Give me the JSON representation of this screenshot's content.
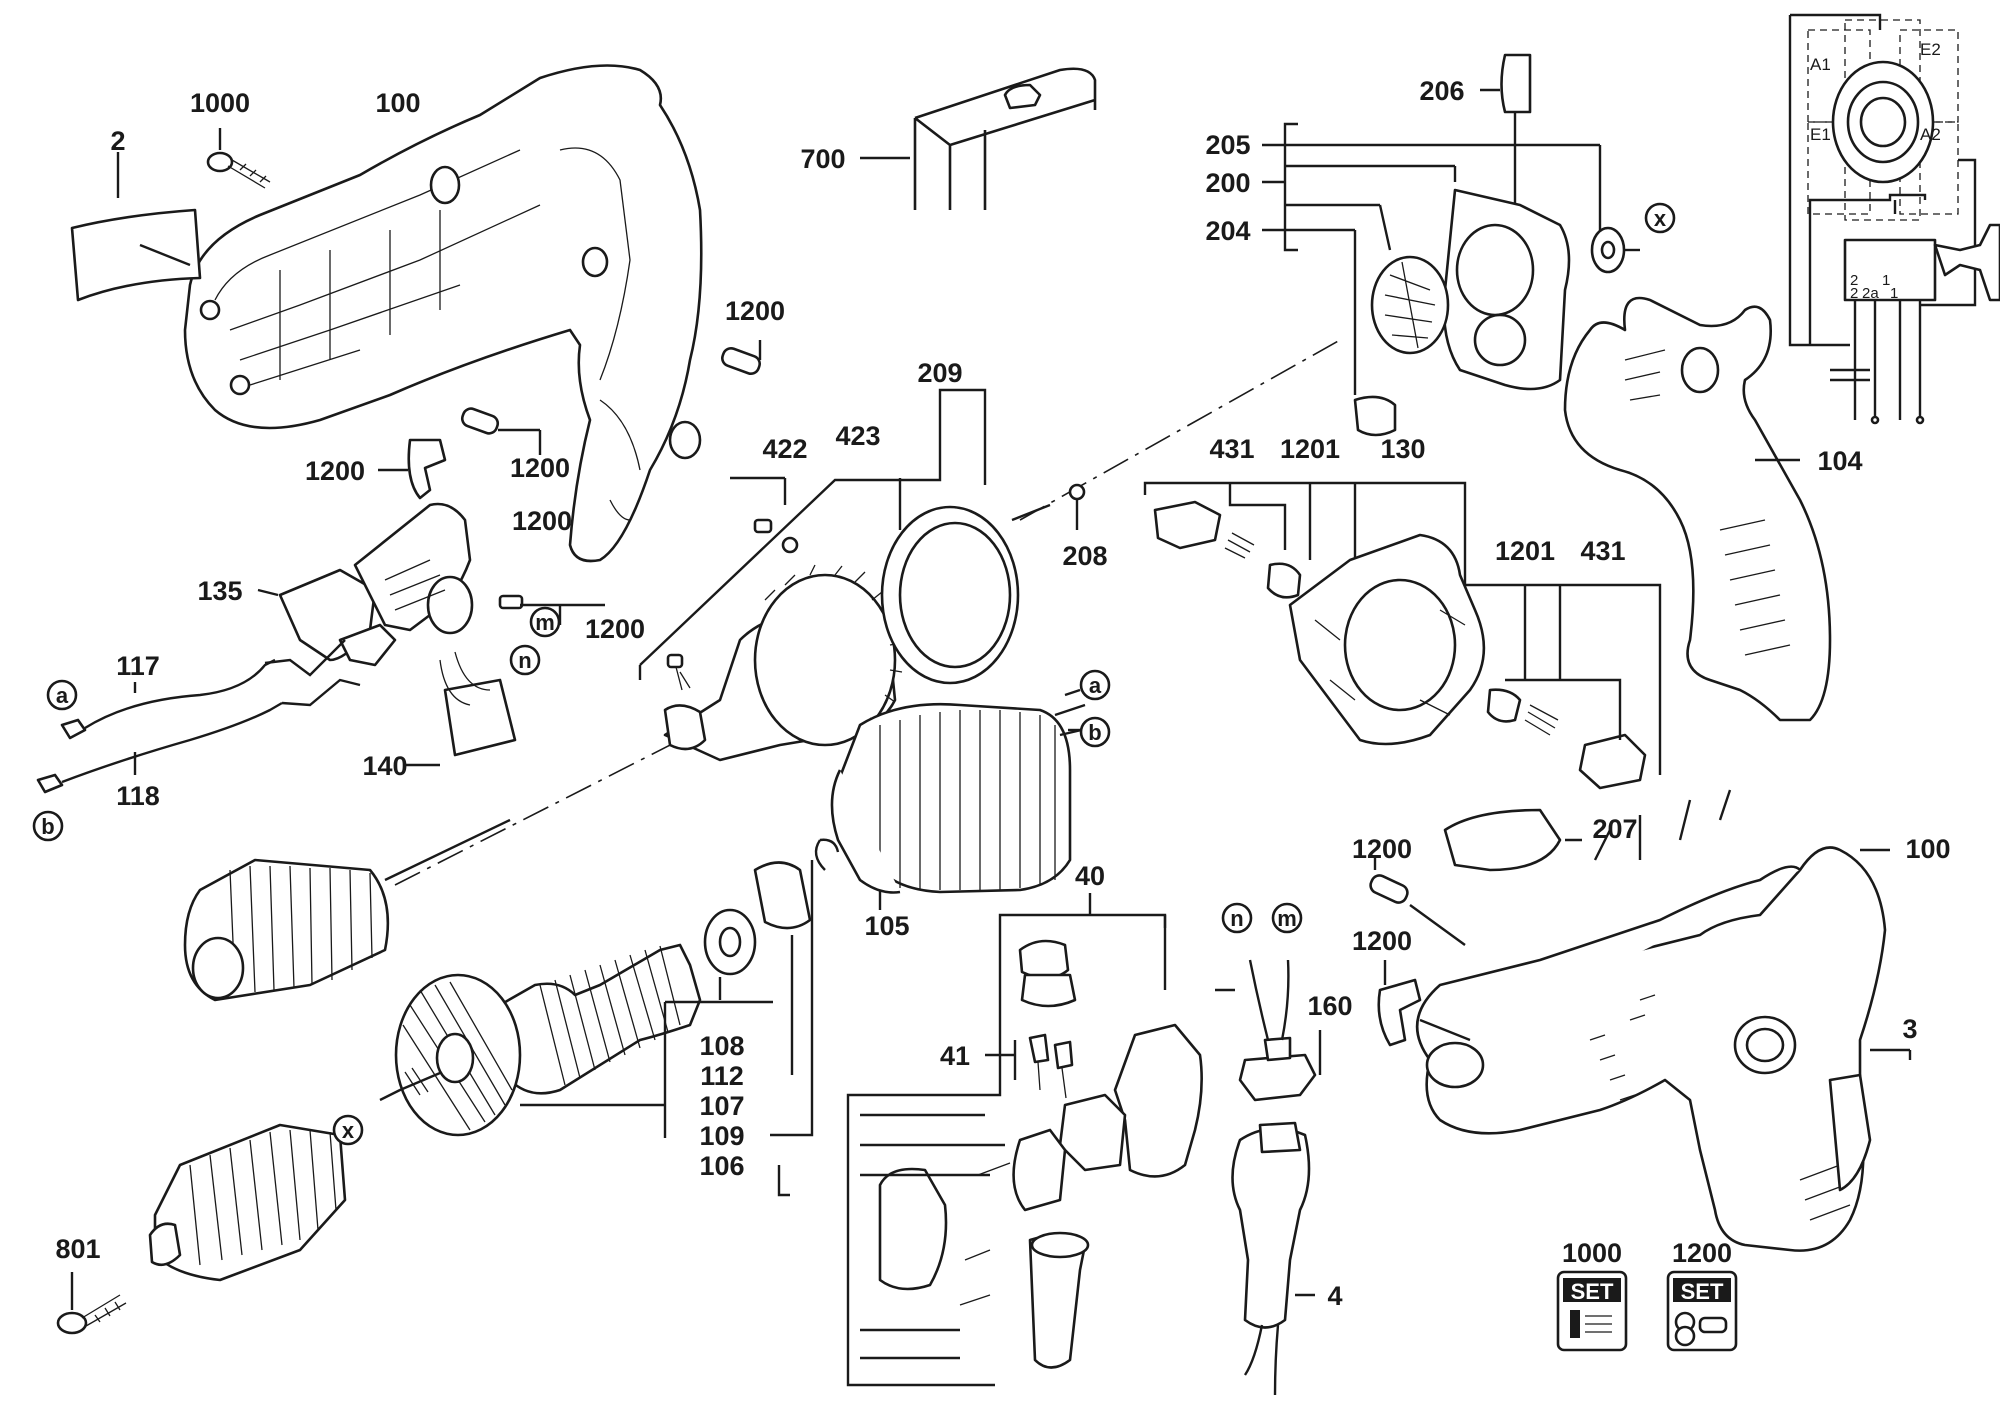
{
  "callouts": {
    "c2": "2",
    "c1000": "1000",
    "c100a": "100",
    "c1200a": "1200",
    "c1200b": "1200",
    "c1200c": "1200",
    "c1200d": "1200",
    "c700": "700",
    "c206": "206",
    "c205": "205",
    "c200": "200",
    "c204": "204",
    "c209": "209",
    "c422": "422",
    "c423": "423",
    "c135": "135",
    "c1200e": "1200",
    "c117": "117",
    "c118": "118",
    "c140": "140",
    "c208": "208",
    "c431a": "431",
    "c1201a": "1201",
    "c130": "130",
    "c1201b": "1201",
    "c431b": "431",
    "c104": "104",
    "c207": "207",
    "c100b": "100",
    "c1200f": "1200",
    "c1200g": "1200",
    "c3": "3",
    "c105": "105",
    "c40": "40",
    "c41": "41",
    "c160": "160",
    "c108": "108",
    "c112": "112",
    "c107": "107",
    "c109": "109",
    "c106": "106",
    "c801": "801",
    "c4": "4"
  },
  "connectors": {
    "x1": "x",
    "x2": "x",
    "a1": "a",
    "a2": "a",
    "b1": "b",
    "b2": "b",
    "m1": "m",
    "m2": "m",
    "n1": "n",
    "n2": "n"
  },
  "wiring": {
    "A1": "A1",
    "E2": "E2",
    "E1": "E1",
    "A2": "A2",
    "t2": "2",
    "t2a": "2a",
    "t1": "1",
    "t2b": "2",
    "t1b": "1"
  },
  "sets": [
    {
      "number": "1000",
      "badge": "SET"
    },
    {
      "number": "1200",
      "badge": "SET"
    }
  ]
}
